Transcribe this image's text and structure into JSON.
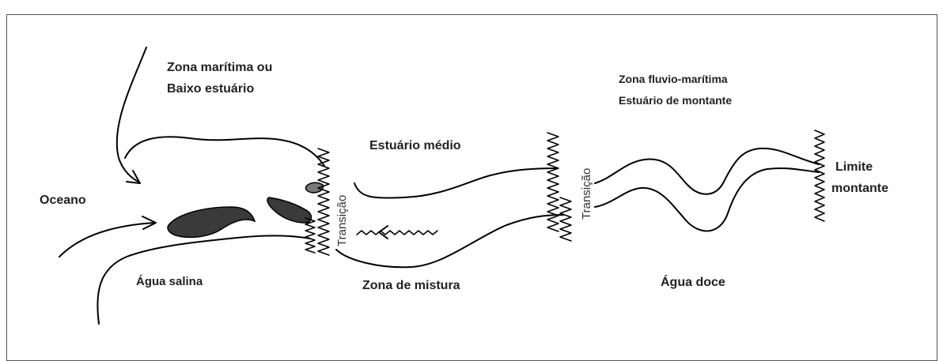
{
  "labels": {
    "zona_maritima_line1": "Zona marítima ou",
    "zona_maritima_line2": "Baixo estuário",
    "zona_fluvio_line1": "Zona fluvio-marítima",
    "zona_fluvio_line2": "Estuário de montante",
    "estuario_medio": "Estuário médio",
    "oceano": "Oceano",
    "limite_line1": "Limite",
    "limite_line2": "montante",
    "agua_salina": "Água salina",
    "zona_mistura": "Zona de mistura",
    "agua_doce": "Água doce",
    "transicao_left": "Transição",
    "transicao_right": "Transição"
  },
  "colors": {
    "ink": "#000000",
    "text": "#222222",
    "frame": "#555555",
    "background": "#ffffff"
  }
}
